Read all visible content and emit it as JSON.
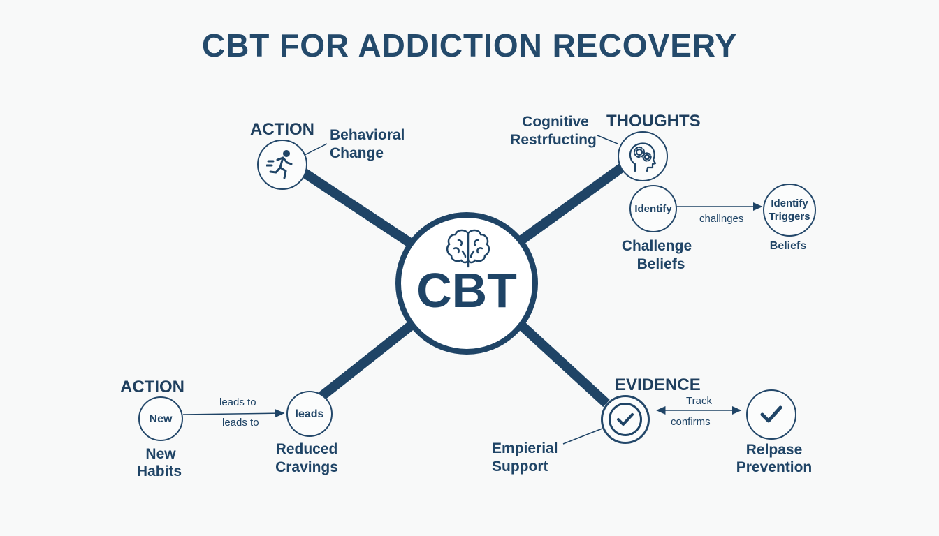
{
  "title": "CBT FOR ADDICTION RECOVERY",
  "center": {
    "label": "CBT",
    "icon": "brain-icon"
  },
  "branches": {
    "top_left": {
      "heading": "ACTION",
      "icon": "running-person-icon",
      "note_line1": "Behavioral",
      "note_line2": "Change"
    },
    "top_right": {
      "heading": "THOUGHTS",
      "icon": "head-gears-icon",
      "note_line1": "Cognitive",
      "note_line2": "Restrfucting",
      "node_left": "Identify",
      "node_left_caption_line1": "Challenge",
      "node_left_caption_line2": "Beliefs",
      "arrow_label": "challnges",
      "node_right_line1": "Identify",
      "node_right_line2": "Triggers",
      "node_right_caption": "Beliefs"
    },
    "bottom_left": {
      "heading": "ACTION",
      "node_left": "New",
      "node_left_caption_line1": "New",
      "node_left_caption_line2": "Habits",
      "arrow_label_top": "leads to",
      "arrow_label_bottom": "leads to",
      "node_right": "leads",
      "node_right_caption_line1": "Reduced",
      "node_right_caption_line2": "Cravings"
    },
    "bottom_right": {
      "heading": "EVIDENCE",
      "icon": "checkmark-icon",
      "arrow_label_top": "Track",
      "arrow_label_bottom": "confirms",
      "right_icon": "checkmark-icon",
      "note_line1": "Empierial",
      "note_line2": "Support",
      "right_caption_line1": "Relpase",
      "right_caption_line2": "Prevention"
    }
  },
  "colors": {
    "primary": "#1f4466",
    "background": "#f8f9f9"
  }
}
